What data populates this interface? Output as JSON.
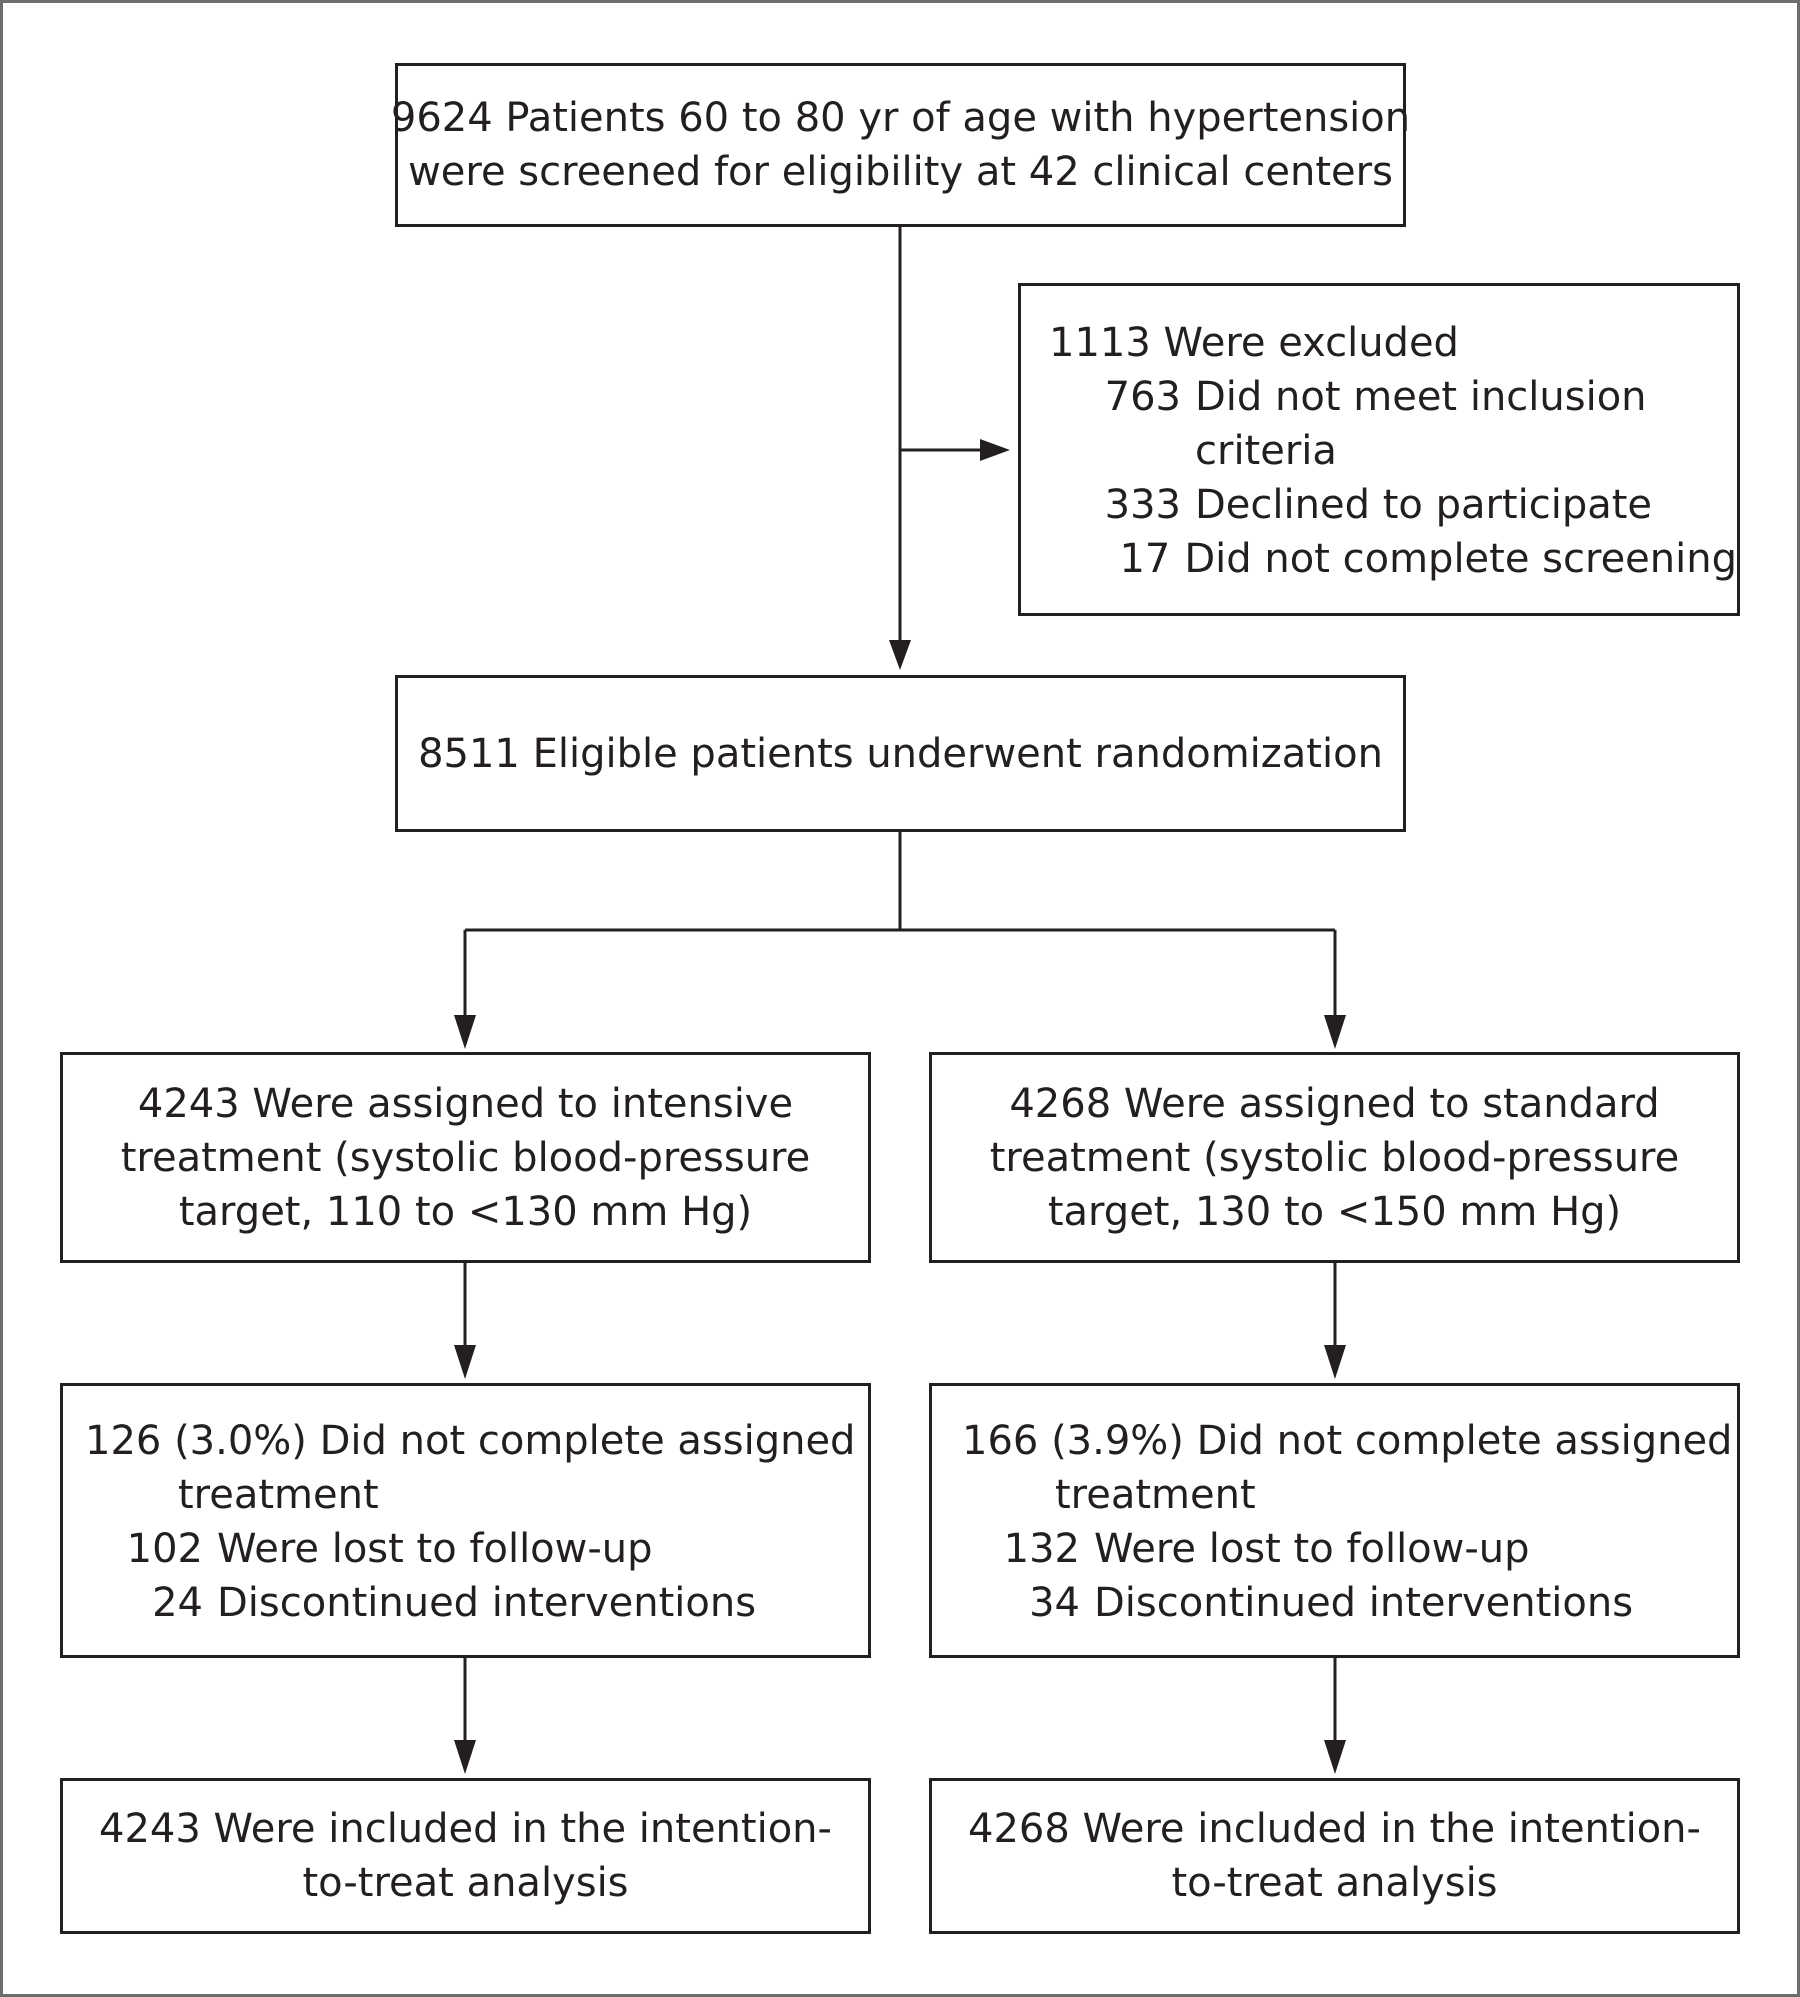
{
  "screening": {
    "line1": "9624 Patients 60 to 80 yr of age with hypertension",
    "line2": "were screened for eligibility at 42 clinical centers"
  },
  "excluded": {
    "header": "1113 Were excluded",
    "items": [
      {
        "num": "763",
        "text": "Did not meet inclusion",
        "cont": "criteria"
      },
      {
        "num": "333",
        "text": "Declined to participate"
      },
      {
        "num": "17",
        "text": "Did not complete screening"
      }
    ]
  },
  "randomized": {
    "line1": "8511 Eligible patients underwent randomization"
  },
  "intensive": {
    "assigned": {
      "line1": "4243 Were assigned to intensive",
      "line2": "treatment (systolic blood-pressure",
      "line3": "target, 110 to <130 mm Hg)"
    },
    "incomplete": {
      "header": "126 (3.0%) Did not complete assigned",
      "header_cont": "treatment",
      "items": [
        {
          "num": "102",
          "text": "Were lost to follow-up"
        },
        {
          "num": "24",
          "text": "Discontinued interventions"
        }
      ]
    },
    "analysis": {
      "line1": "4243 Were included in the intention-",
      "line2": "to-treat analysis"
    }
  },
  "standard": {
    "assigned": {
      "line1": "4268 Were assigned to standard",
      "line2": "treatment (systolic blood-pressure",
      "line3": "target, 130 to <150 mm Hg)"
    },
    "incomplete": {
      "header": "166 (3.9%) Did not complete assigned",
      "header_cont": "treatment",
      "items": [
        {
          "num": "132",
          "text": "Were lost to follow-up"
        },
        {
          "num": "34",
          "text": "Discontinued interventions"
        }
      ]
    },
    "analysis": {
      "line1": "4268 Were included in the intention-",
      "line2": "to-treat analysis"
    }
  },
  "colors": {
    "stroke": "#231f20",
    "frame": "#6e6e6e"
  }
}
